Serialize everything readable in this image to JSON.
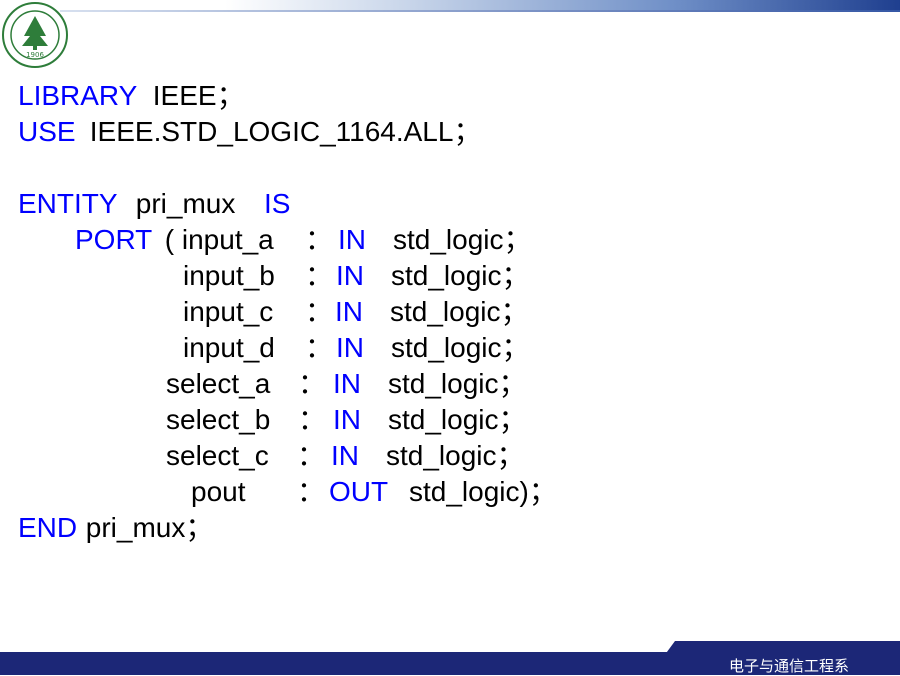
{
  "logo": {
    "seal_text": "1906",
    "icon": "university-seal-icon"
  },
  "code_lines": [
    {
      "parts": [
        {
          "t": "LIBRARY",
          "kw": true
        },
        {
          "t": " IEEE；",
          "kw": false
        }
      ]
    },
    {
      "parts": [
        {
          "t": "USE",
          "kw": true
        },
        {
          "t": " IEEE.STD_LOGIC_1164.ALL；",
          "kw": false
        }
      ]
    },
    {
      "parts": [
        {
          "t": "ENTITY",
          "kw": true
        },
        {
          "t": " pri_mux",
          "kw": false
        },
        {
          "t": "IS",
          "kw": true
        }
      ]
    },
    {
      "parts": [
        {
          "t": "PORT",
          "kw": true
        },
        {
          "t": " ( input_a",
          "kw": false
        },
        {
          "t": "：",
          "kw": false
        },
        {
          "t": "IN",
          "kw": true
        },
        {
          "t": "std_logic；",
          "kw": false
        }
      ]
    },
    {
      "parts": [
        {
          "t": "input_b",
          "kw": false
        },
        {
          "t": "：",
          "kw": false
        },
        {
          "t": "IN",
          "kw": true
        },
        {
          "t": "std_logic；",
          "kw": false
        }
      ]
    },
    {
      "parts": [
        {
          "t": "input_c",
          "kw": false
        },
        {
          "t": "：",
          "kw": false
        },
        {
          "t": "IN",
          "kw": true
        },
        {
          "t": "std_logic；",
          "kw": false
        }
      ]
    },
    {
      "parts": [
        {
          "t": "input_d",
          "kw": false
        },
        {
          "t": "：",
          "kw": false
        },
        {
          "t": "IN",
          "kw": true
        },
        {
          "t": "std_logic；",
          "kw": false
        }
      ]
    },
    {
      "parts": [
        {
          "t": "select_a",
          "kw": false
        },
        {
          "t": "：",
          "kw": false
        },
        {
          "t": "IN",
          "kw": true
        },
        {
          "t": "std_logic；",
          "kw": false
        }
      ]
    },
    {
      "parts": [
        {
          "t": "select_b",
          "kw": false
        },
        {
          "t": "：",
          "kw": false
        },
        {
          "t": "IN",
          "kw": true
        },
        {
          "t": "std_logic；",
          "kw": false
        }
      ]
    },
    {
      "parts": [
        {
          "t": "select_c",
          "kw": false
        },
        {
          "t": "：",
          "kw": false
        },
        {
          "t": "IN",
          "kw": true
        },
        {
          "t": "std_logic；",
          "kw": false
        }
      ]
    },
    {
      "parts": [
        {
          "t": "pout",
          "kw": false
        },
        {
          "t": "：",
          "kw": false
        },
        {
          "t": "OUT",
          "kw": true
        },
        {
          "t": "std_logic)；",
          "kw": false
        }
      ]
    },
    {
      "parts": [
        {
          "t": "END",
          "kw": true
        },
        {
          "t": " pri_mux；",
          "kw": false
        }
      ]
    }
  ],
  "footer": {
    "text": "电子与通信工程系"
  },
  "colors": {
    "keyword": "#0000ff",
    "text": "#000000",
    "footer_bg": "#1c2777"
  }
}
